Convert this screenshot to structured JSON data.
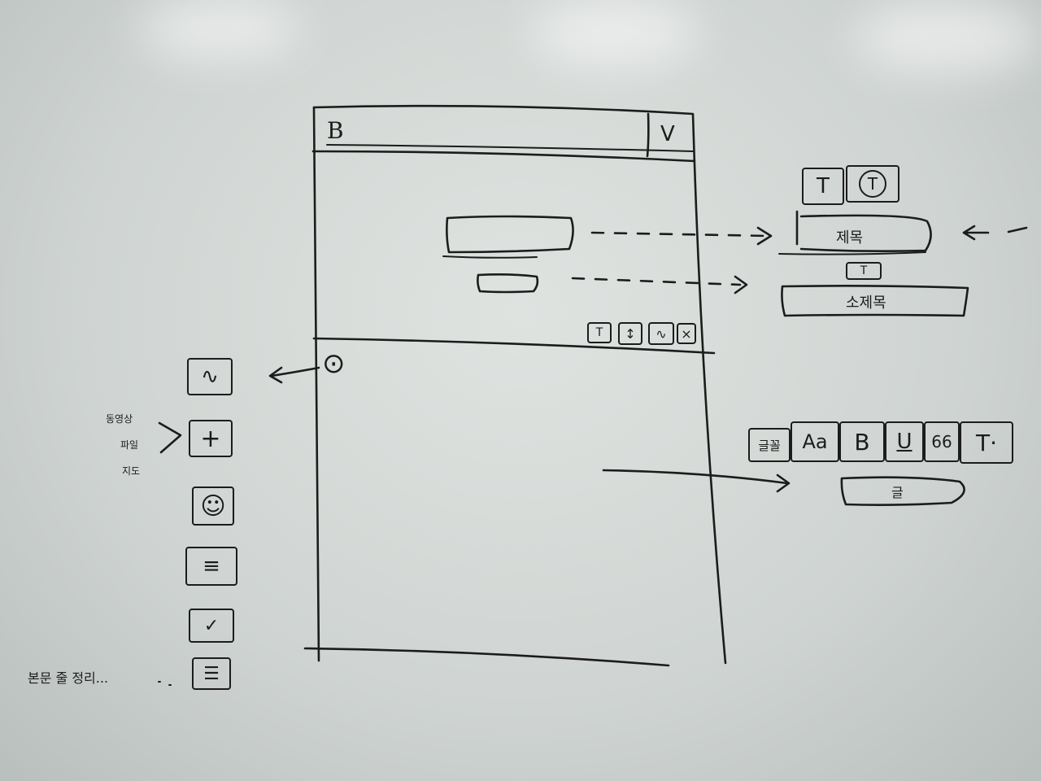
{
  "app_bar": {
    "logo_glyph": "B",
    "confirm_glyph": "V"
  },
  "editor": {
    "block_toolbar": [
      "T",
      "↕",
      "∿",
      "×"
    ],
    "add_button_glyph": "⊙"
  },
  "title_panel": {
    "style_tabs": [
      "T",
      "T"
    ],
    "title_label": "제목",
    "cursor_glyph": "T",
    "subtitle_label": "소제목"
  },
  "format_toolbar": {
    "items": [
      "글꼴",
      "Aa",
      "B",
      "U",
      "66",
      "T·"
    ],
    "text_label": "글"
  },
  "insert_menu": {
    "items": [
      "∿",
      "+",
      "☺",
      "≡",
      "✓",
      "☰"
    ],
    "video_note": [
      "동영상",
      "파일",
      "지도"
    ],
    "bottom_note": "본문 줄 정리..."
  }
}
